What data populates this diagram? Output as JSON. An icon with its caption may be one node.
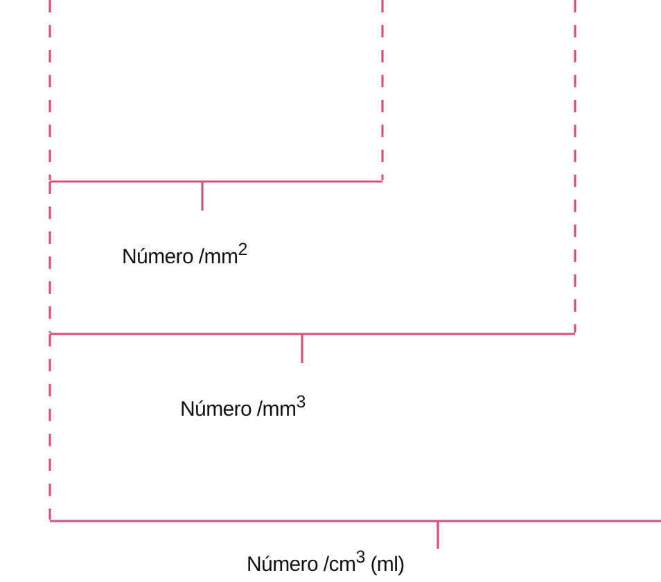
{
  "diagram": {
    "labels": [
      "Número /mm$^{2}$",
      "Número /mm$^{3}$",
      "Número /cm$^{3}$ (ml)"
    ]
  }
}
